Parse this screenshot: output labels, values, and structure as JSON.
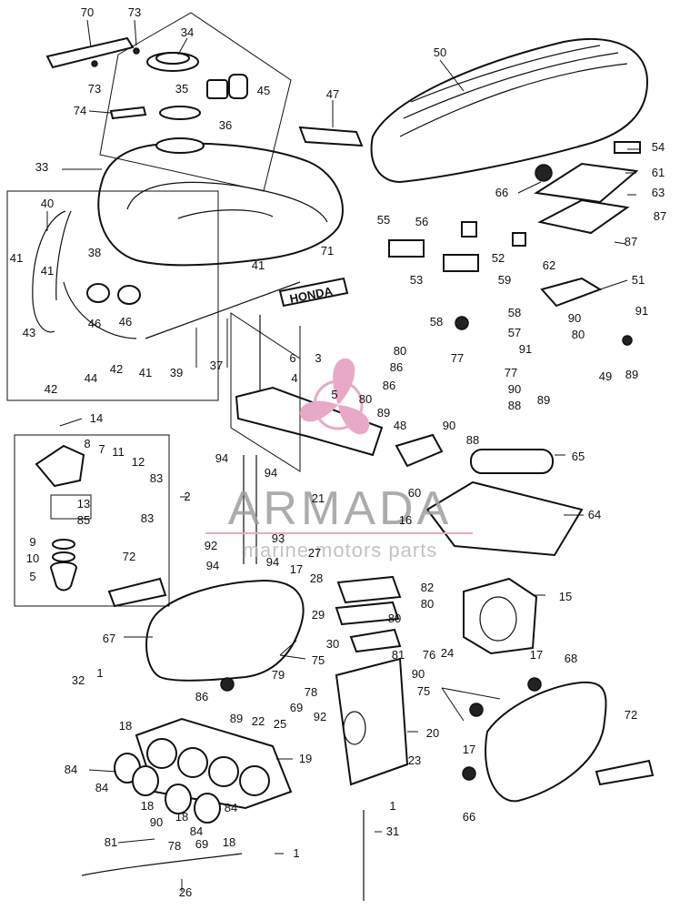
{
  "diagram": {
    "callouts": [
      {
        "id": "c70",
        "text": "70"
      },
      {
        "id": "c73a",
        "text": "73"
      },
      {
        "id": "c34",
        "text": "34"
      },
      {
        "id": "c73b",
        "text": "73"
      },
      {
        "id": "c35",
        "text": "35"
      },
      {
        "id": "c45",
        "text": "45"
      },
      {
        "id": "c74",
        "text": "74"
      },
      {
        "id": "c36",
        "text": "36"
      },
      {
        "id": "c47",
        "text": "47"
      },
      {
        "id": "c50",
        "text": "50"
      },
      {
        "id": "c54",
        "text": "54"
      },
      {
        "id": "c33",
        "text": "33"
      },
      {
        "id": "c61",
        "text": "61"
      },
      {
        "id": "c66a",
        "text": "66"
      },
      {
        "id": "c63",
        "text": "63"
      },
      {
        "id": "c87a",
        "text": "87"
      },
      {
        "id": "c55",
        "text": "55"
      },
      {
        "id": "c56",
        "text": "56"
      },
      {
        "id": "c40",
        "text": "40"
      },
      {
        "id": "c87b",
        "text": "87"
      },
      {
        "id": "c52",
        "text": "52"
      },
      {
        "id": "c71",
        "text": "71"
      },
      {
        "id": "c62",
        "text": "62"
      },
      {
        "id": "c41a",
        "text": "41"
      },
      {
        "id": "c38",
        "text": "38"
      },
      {
        "id": "c41b",
        "text": "41"
      },
      {
        "id": "c41c",
        "text": "41"
      },
      {
        "id": "c53",
        "text": "53"
      },
      {
        "id": "c59",
        "text": "59"
      },
      {
        "id": "c51",
        "text": "51"
      },
      {
        "id": "c58a",
        "text": "58"
      },
      {
        "id": "c46a",
        "text": "46"
      },
      {
        "id": "c46b",
        "text": "46"
      },
      {
        "id": "c58b",
        "text": "58"
      },
      {
        "id": "c43",
        "text": "43"
      },
      {
        "id": "c57",
        "text": "57"
      },
      {
        "id": "c90a",
        "text": "90"
      },
      {
        "id": "c91a",
        "text": "91"
      },
      {
        "id": "c80a",
        "text": "80"
      },
      {
        "id": "c6",
        "text": "6"
      },
      {
        "id": "c3",
        "text": "3"
      },
      {
        "id": "c80b",
        "text": "80"
      },
      {
        "id": "c91b",
        "text": "91"
      },
      {
        "id": "c44",
        "text": "44"
      },
      {
        "id": "c42a",
        "text": "42"
      },
      {
        "id": "c41d",
        "text": "41"
      },
      {
        "id": "c39",
        "text": "39"
      },
      {
        "id": "c37",
        "text": "37"
      },
      {
        "id": "c77a",
        "text": "77"
      },
      {
        "id": "c86a",
        "text": "86"
      },
      {
        "id": "c77b",
        "text": "77"
      },
      {
        "id": "c49",
        "text": "49"
      },
      {
        "id": "c89a",
        "text": "89"
      },
      {
        "id": "c4",
        "text": "4"
      },
      {
        "id": "c86b",
        "text": "86"
      },
      {
        "id": "c89b",
        "text": "89"
      },
      {
        "id": "c42b",
        "text": "42"
      },
      {
        "id": "c5a",
        "text": "5"
      },
      {
        "id": "c80c",
        "text": "80"
      },
      {
        "id": "c90b",
        "text": "90"
      },
      {
        "id": "c88a",
        "text": "88"
      },
      {
        "id": "c48",
        "text": "48"
      },
      {
        "id": "c89c",
        "text": "89"
      },
      {
        "id": "c90c",
        "text": "90"
      },
      {
        "id": "c14",
        "text": "14"
      },
      {
        "id": "c88b",
        "text": "88"
      },
      {
        "id": "c8",
        "text": "8"
      },
      {
        "id": "c7",
        "text": "7"
      },
      {
        "id": "c11",
        "text": "11"
      },
      {
        "id": "c12",
        "text": "12"
      },
      {
        "id": "c94a",
        "text": "94"
      },
      {
        "id": "c94b",
        "text": "94"
      },
      {
        "id": "c65",
        "text": "65"
      },
      {
        "id": "c83a",
        "text": "83"
      },
      {
        "id": "c60",
        "text": "60"
      },
      {
        "id": "c2",
        "text": "2"
      },
      {
        "id": "c21",
        "text": "21"
      },
      {
        "id": "c13",
        "text": "13"
      },
      {
        "id": "c85",
        "text": "85"
      },
      {
        "id": "c83b",
        "text": "83"
      },
      {
        "id": "c16",
        "text": "16"
      },
      {
        "id": "c64",
        "text": "64"
      },
      {
        "id": "c9",
        "text": "9"
      },
      {
        "id": "c92a",
        "text": "92"
      },
      {
        "id": "c93",
        "text": "93"
      },
      {
        "id": "c10",
        "text": "10"
      },
      {
        "id": "c27",
        "text": "27"
      },
      {
        "id": "c94c",
        "text": "94"
      },
      {
        "id": "c94d",
        "text": "94"
      },
      {
        "id": "c5b",
        "text": "5"
      },
      {
        "id": "c72a",
        "text": "72"
      },
      {
        "id": "c17a",
        "text": "17"
      },
      {
        "id": "c28",
        "text": "28"
      },
      {
        "id": "c82",
        "text": "82"
      },
      {
        "id": "c80d",
        "text": "80"
      },
      {
        "id": "c15",
        "text": "15"
      },
      {
        "id": "c29",
        "text": "29"
      },
      {
        "id": "c67",
        "text": "67"
      },
      {
        "id": "c80e",
        "text": "80"
      },
      {
        "id": "c30",
        "text": "30"
      },
      {
        "id": "c75a",
        "text": "75"
      },
      {
        "id": "c24",
        "text": "24"
      },
      {
        "id": "c81a",
        "text": "81"
      },
      {
        "id": "c76a",
        "text": "76"
      },
      {
        "id": "c90d",
        "text": "90"
      },
      {
        "id": "c17b",
        "text": "17"
      },
      {
        "id": "c68",
        "text": "68"
      },
      {
        "id": "c32",
        "text": "32"
      },
      {
        "id": "c1a",
        "text": "1"
      },
      {
        "id": "c79",
        "text": "79"
      },
      {
        "id": "c86c",
        "text": "86"
      },
      {
        "id": "c78a",
        "text": "78"
      },
      {
        "id": "c92b",
        "text": "92"
      },
      {
        "id": "c75b",
        "text": "75"
      },
      {
        "id": "c69a",
        "text": "69"
      },
      {
        "id": "c89d",
        "text": "89"
      },
      {
        "id": "c22",
        "text": "22"
      },
      {
        "id": "c25",
        "text": "25"
      },
      {
        "id": "c18a",
        "text": "18"
      },
      {
        "id": "c17c",
        "text": "17"
      },
      {
        "id": "c72b",
        "text": "72"
      },
      {
        "id": "c20",
        "text": "20"
      },
      {
        "id": "c19",
        "text": "19"
      },
      {
        "id": "c84a",
        "text": "84"
      },
      {
        "id": "c23",
        "text": "23"
      },
      {
        "id": "c84b",
        "text": "84"
      },
      {
        "id": "c18b",
        "text": "18"
      },
      {
        "id": "c1b",
        "text": "1"
      },
      {
        "id": "c66b",
        "text": "66"
      },
      {
        "id": "c18c",
        "text": "18"
      },
      {
        "id": "c84c",
        "text": "84"
      },
      {
        "id": "c90e",
        "text": "90"
      },
      {
        "id": "c84d",
        "text": "84"
      },
      {
        "id": "c18d",
        "text": "18"
      },
      {
        "id": "c31",
        "text": "31"
      },
      {
        "id": "c81b",
        "text": "81"
      },
      {
        "id": "c78b",
        "text": "78"
      },
      {
        "id": "c69b",
        "text": "69"
      },
      {
        "id": "c1c",
        "text": "1"
      },
      {
        "id": "c26",
        "text": "26"
      }
    ],
    "emblem_text": "HONDA"
  },
  "watermark": {
    "title": "ARMADA",
    "subtitle": "marine motors parts",
    "color": "#e7a9c6"
  }
}
